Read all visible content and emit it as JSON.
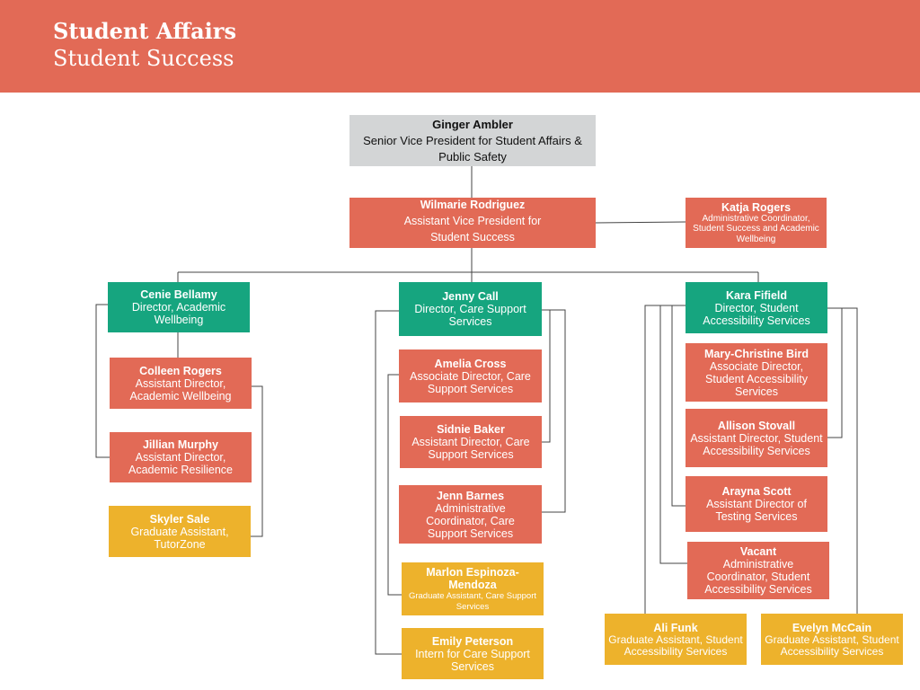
{
  "header": {
    "line1": "Student Affairs",
    "line2": "Student Success"
  },
  "colors": {
    "header": "#e26a56",
    "red": "#e26a56",
    "green": "#16a57f",
    "yellow": "#edb22c",
    "gray": "#d3d5d6",
    "line": "#444444"
  },
  "nodes": {
    "ambler": {
      "name": "Ginger Ambler",
      "role": "Senior Vice President for Student Affairs & Public Safety"
    },
    "rodriguez": {
      "name": "Wilmarie Rodriguez",
      "role": "Assistant Vice President for Student Success"
    },
    "katja": {
      "name": "Katja Rogers",
      "role": "Administrative Coordinator, Student Success and Academic Wellbeing"
    },
    "cenie": {
      "name": "Cenie Bellamy",
      "role": "Director, Academic Wellbeing"
    },
    "colleen": {
      "name": "Colleen Rogers",
      "role": "Assistant Director, Academic Wellbeing"
    },
    "jillian": {
      "name": "Jillian Murphy",
      "role": "Assistant Director, Academic Resilience"
    },
    "skyler": {
      "name": "Skyler Sale",
      "role": "Graduate Assistant, TutorZone"
    },
    "jenny": {
      "name": "Jenny Call",
      "role": "Director, Care Support Services"
    },
    "amelia": {
      "name": "Amelia Cross",
      "role": "Associate Director, Care Support Services"
    },
    "sidnie": {
      "name": "Sidnie Baker",
      "role": "Assistant Director, Care Support Services"
    },
    "jenn": {
      "name": "Jenn Barnes",
      "role": "Administrative Coordinator, Care Support Services"
    },
    "marlon": {
      "name": "Marlon Espinoza-Mendoza",
      "role": "Graduate Assistant, Care Support Services"
    },
    "emily": {
      "name": "Emily Peterson",
      "role": "Intern for Care Support Services"
    },
    "kara": {
      "name": "Kara Fifield",
      "role": "Director, Student Accessibility Services"
    },
    "marychristine": {
      "name": "Mary-Christine Bird",
      "role": "Associate Director, Student Accessibility Services"
    },
    "allison": {
      "name": "Allison Stovall",
      "role": "Assistant Director, Student Accessibility Services"
    },
    "arayna": {
      "name": "Arayna Scott",
      "role": "Assistant Director of Testing Services"
    },
    "vacant": {
      "name": "Vacant",
      "role": "Administrative Coordinator, Student Accessibility Services"
    },
    "ali": {
      "name": "Ali Funk",
      "role": "Graduate Assistant, Student Accessibility Services"
    },
    "evelyn": {
      "name": "Evelyn McCain",
      "role": "Graduate Assistant, Student Accessibility Services"
    }
  }
}
